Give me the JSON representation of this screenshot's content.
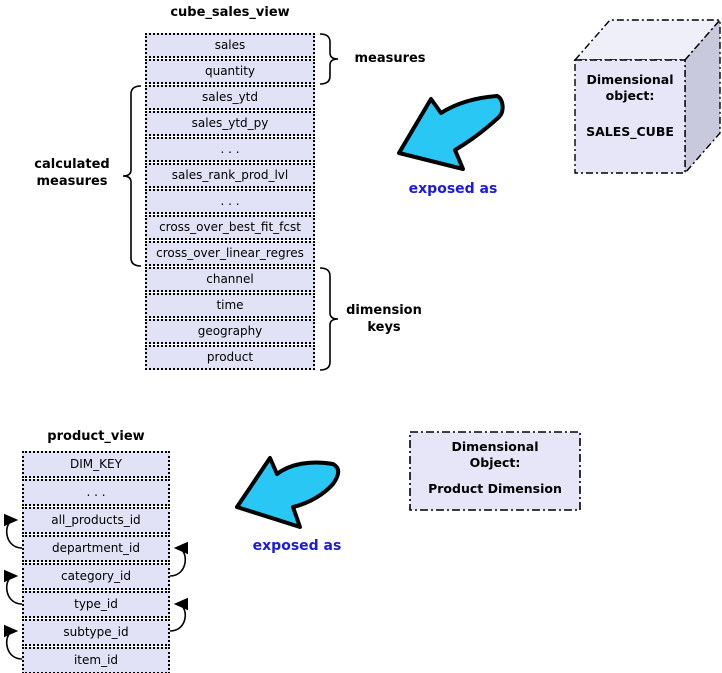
{
  "cube_view": {
    "title": "cube_sales_view",
    "rows": [
      "sales",
      "quantity",
      "sales_ytd",
      "sales_ytd_py",
      ". . .",
      "sales_rank_prod_lvl",
      ". . .",
      "cross_over_best_fit_fcst",
      "cross_over_linear_regres",
      "channel",
      "time",
      "geography",
      "product"
    ],
    "brace_labels": {
      "measures": "measures",
      "calculated_line1": "calculated",
      "calculated_line2": "measures",
      "dimension_line1": "dimension",
      "dimension_line2": "keys"
    },
    "exposed_as": "exposed as",
    "cube": {
      "line1": "Dimensional",
      "line2": "object:",
      "line3": "SALES_CUBE"
    }
  },
  "product_view": {
    "title": "product_view",
    "rows": [
      "DIM_KEY",
      ". . .",
      "all_products_id",
      "department_id",
      "category_id",
      "type_id",
      "subtype_id",
      "item_id"
    ],
    "exposed_as": "exposed as",
    "box": {
      "line1": "Dimensional",
      "line2": "Object:",
      "line3": "Product Dimension"
    }
  },
  "icons": {
    "exposed_arrow": "hand-drawn-curved-arrow",
    "self_reference": "loop-arrow",
    "cube": "3d-cube"
  },
  "colors": {
    "row_fill": "#e2e2f6",
    "cube_front": "#e6e6f8",
    "cube_top": "#efeffa",
    "cube_side": "#c9c9de",
    "arrow_fill": "#29c7f4",
    "exposed_text": "#1a1adf",
    "stroke": "#000000"
  }
}
